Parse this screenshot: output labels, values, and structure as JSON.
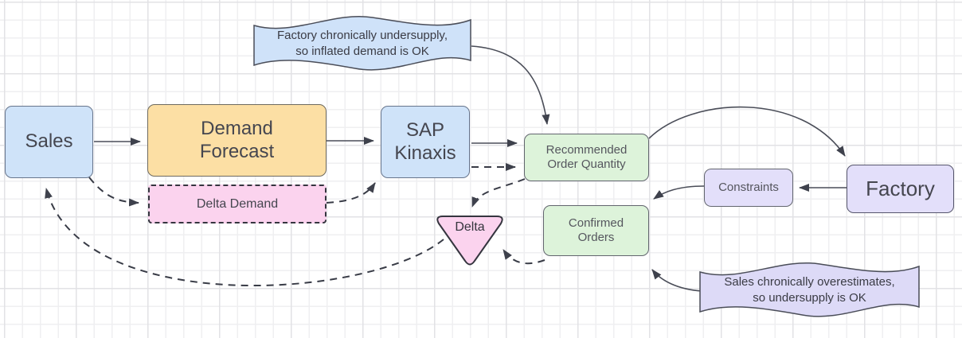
{
  "nodes": {
    "sales": {
      "label": "Sales"
    },
    "demand_forecast": {
      "label": "Demand\nForecast"
    },
    "delta_demand": {
      "label": "Delta Demand"
    },
    "sap_kinaxis": {
      "label": "SAP\nKinaxis"
    },
    "recommended_order_quantity": {
      "label": "Recommended\nOrder Quantity"
    },
    "confirmed_orders": {
      "label": "Confirmed\nOrders"
    },
    "constraints": {
      "label": "Constraints"
    },
    "factory": {
      "label": "Factory"
    },
    "delta": {
      "label": "Delta"
    }
  },
  "annotations": {
    "factory_note": {
      "text": "Factory chronically undersupply,\nso inflated demand is OK"
    },
    "sales_note": {
      "text": "Sales chronically overestimates,\nso undersupply is OK"
    }
  },
  "edges": [
    {
      "from": "sales",
      "to": "demand_forecast",
      "style": "solid"
    },
    {
      "from": "demand_forecast",
      "to": "sap_kinaxis",
      "style": "solid"
    },
    {
      "from": "sap_kinaxis",
      "to": "recommended_order_quantity",
      "style": "solid"
    },
    {
      "from": "sap_kinaxis",
      "to": "recommended_order_quantity",
      "style": "dashed"
    },
    {
      "from": "sales",
      "to": "delta_demand",
      "style": "dashed"
    },
    {
      "from": "delta_demand",
      "to": "sap_kinaxis",
      "style": "dashed"
    },
    {
      "from": "recommended_order_quantity",
      "to": "factory",
      "style": "solid"
    },
    {
      "from": "factory",
      "to": "constraints",
      "style": "solid"
    },
    {
      "from": "constraints",
      "to": "confirmed_orders",
      "style": "solid"
    },
    {
      "from": "recommended_order_quantity",
      "to": "delta",
      "style": "dashed"
    },
    {
      "from": "confirmed_orders",
      "to": "delta",
      "style": "dashed"
    },
    {
      "from": "delta",
      "to": "sales",
      "style": "dashed"
    },
    {
      "from": "factory_note",
      "to": "recommended_order_quantity",
      "style": "solid"
    },
    {
      "from": "sales_note",
      "to": "confirmed_orders",
      "style": "solid"
    }
  ],
  "colors": {
    "node_blue": "#cfe3f9",
    "node_orange": "#fcdfa4",
    "node_pink": "#fbd3ee",
    "node_green": "#ddf3da",
    "node_lavender": "#e3dffa",
    "banner_blue": "#cfe2f9",
    "banner_lavender": "#dddaf7",
    "stroke": "#4a4d58",
    "stroke_dark": "#35353f",
    "arrow": "#3e414c",
    "text": "#45464f",
    "grid_minor": "#efeff1",
    "grid_major": "#e2e2e5"
  }
}
